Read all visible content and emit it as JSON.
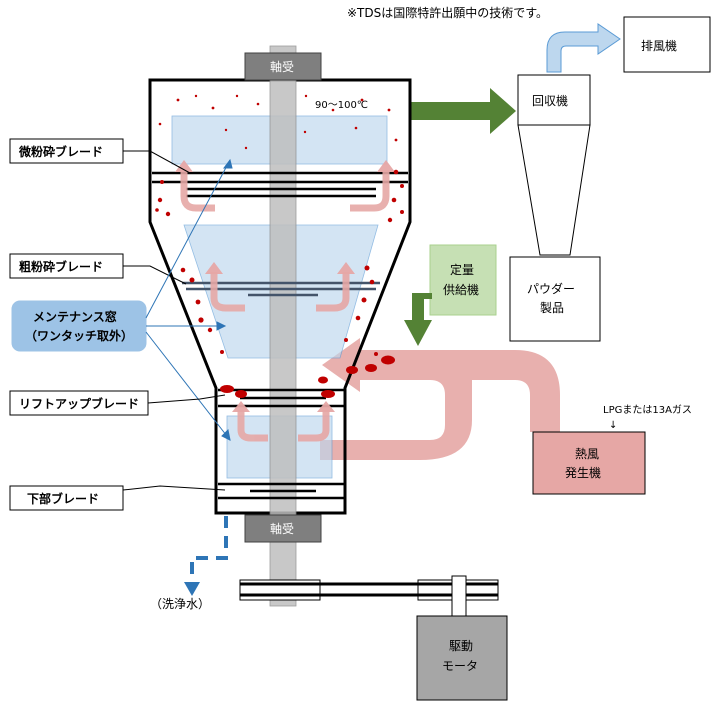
{
  "note": "※TDSは国際特許出願中の技術です。",
  "labels": {
    "exhaust_fan": "排風機",
    "collector": "回収機",
    "powder_1": "パウダー",
    "powder_2": "製品",
    "feeder_1": "定量",
    "feeder_2": "供給機",
    "temperature": "90～100℃",
    "bearing_top": "軸受",
    "bearing_bottom": "軸受",
    "fine_blade": "微粉砕ブレード",
    "coarse_blade": "粗粉砕ブレード",
    "maintenance_1": "メンテナンス窓",
    "maintenance_2": "（ワンタッチ取外）",
    "lift_blade": "リフトアップブレード",
    "bottom_blade": "下部ブレード",
    "fuel": "LPGまたは13Aガス",
    "fuel_arrow": "↓",
    "hot_air_1": "熱風",
    "hot_air_2": "発生機",
    "wash_water": "（洗浄水）",
    "motor_1": "駆動",
    "motor_2": "モータ"
  },
  "colors": {
    "hot_air_pink": "#e6a7a5",
    "product_green": "#548235",
    "feeder_fill": "#c6e0b4",
    "heater_fill": "#e6a7a5",
    "window_fill": "#bdd7ee",
    "callout_blue": "#9dc3e6",
    "exhaust_blue": "#9dc3e6",
    "particle_red": "#c00000",
    "bearing_gray": "#7f7f7f",
    "shaft_gray": "#bfbfbf",
    "motor_gray": "#a6a6a6",
    "wash_blue": "#2e75b6"
  },
  "icons": [
    "up-arrow-icon",
    "right-arrow-icon",
    "down-arrow-icon",
    "u-turn-arrow-icon"
  ]
}
